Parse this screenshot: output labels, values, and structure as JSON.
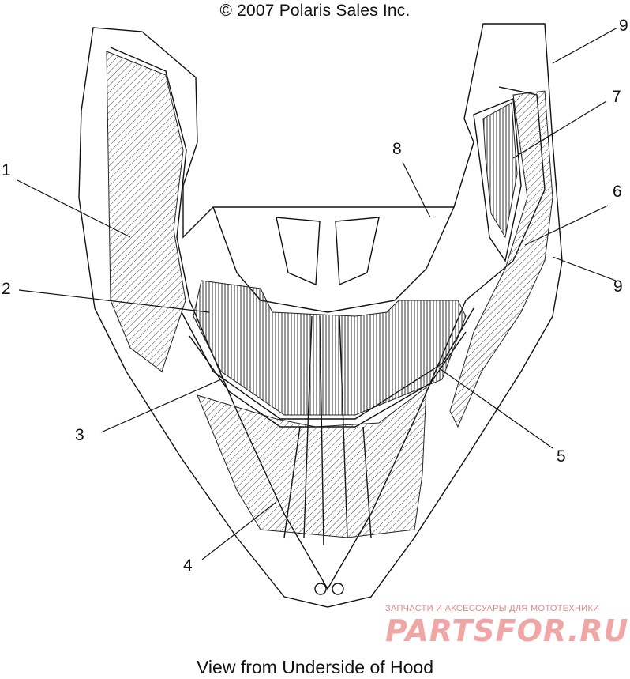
{
  "copyright": "© 2007 Polaris Sales Inc.",
  "caption": "View from Underside of Hood",
  "callouts": [
    "1",
    "2",
    "3",
    "4",
    "5",
    "6",
    "7",
    "8",
    "9",
    "9"
  ],
  "watermark": {
    "top_text": "ЗАПЧАСТИ И АКСЕССУАРЫ ДЛЯ МОТОТЕХНИКИ",
    "logo_text": "PARTSFOR.RU",
    "color": "#f1a6a6"
  }
}
